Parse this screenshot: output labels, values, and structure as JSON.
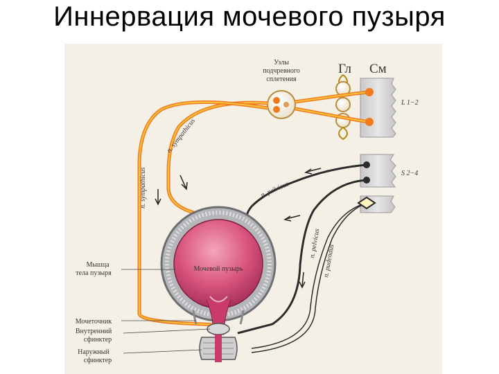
{
  "slide_title": "Иннервация мочевого пузыря",
  "diagram": {
    "header_ganglia": "Гл",
    "header_spinal_cord": "См",
    "plexus_label_1": "Узлы",
    "plexus_label_2": "подчревного",
    "plexus_label_3": "сплетения",
    "segment_lumbar": "L 1−2",
    "segment_sacral": "S 2−4",
    "nerve_sympathicus_upper": "n. sympathicus",
    "nerve_sympathicus_left": "n. sympathicus",
    "nerve_pelvicus_upper": "n. pelvicus",
    "nerve_pelvicus_lower": "n. pelvicus",
    "nerve_pudendus": "n. pudendus",
    "bladder_label": "Мочевой пузырь",
    "muscle_label_1": "Мышца",
    "muscle_label_2": "тела пузыря",
    "ureter_label": "Мочеточник",
    "internal_sphincter_1": "Внутренний",
    "internal_sphincter_2": "сфинктер",
    "external_sphincter_1": "Наружный",
    "external_sphincter_2": "сфинктер"
  },
  "colors": {
    "sympathetic_nerve": "#f07a1e",
    "sympathetic_nerve_core": "#f9c23c",
    "parasympathetic_nerve": "#2b2b2b",
    "bladder_inner": "#c83b6a",
    "bladder_wall": "#8f9094",
    "spinal_cord": "#d6d6d6",
    "background": "#f5f0e6"
  }
}
